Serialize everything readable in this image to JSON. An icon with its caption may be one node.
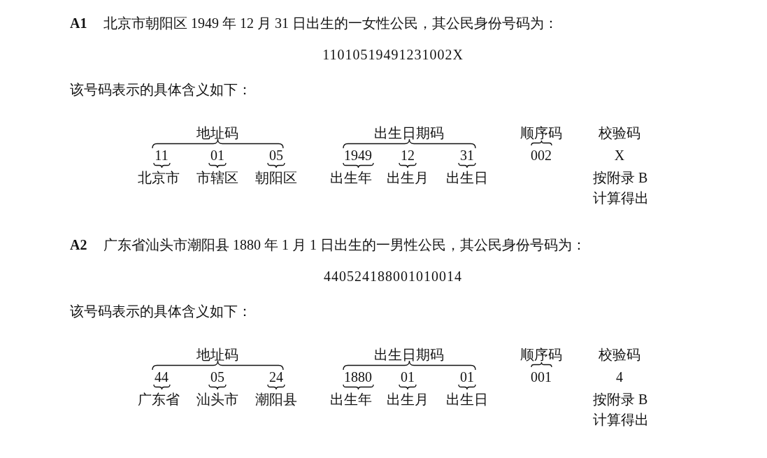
{
  "diagram": {
    "labels": [
      "A1",
      "北京市朝阳区 1949 年 12 月 31 日出生的一女性公民，其公民身份号码为：",
      "11010519491231002X",
      "该号码表示的具体含义如下：",
      "地址码",
      "出生日期码",
      "顺序码",
      "校验码",
      "11",
      "01",
      "05",
      "1949",
      "12",
      "31",
      "002",
      "X",
      "北京市",
      "市辖区",
      "朝阳区",
      "出生年",
      "出生月",
      "出生日",
      "按附录 B计算得出",
      "A2",
      "广东省汕头市潮阳县 1880 年 1 月 1 日出生的一男性公民，其公民身份号码为：",
      "440524188001010014",
      "该号码表示的具体含义如下：",
      "地址码",
      "出生日期码",
      "顺序码",
      "校验码",
      "44",
      "05",
      "24",
      "1880",
      "01",
      "01",
      "001",
      "4",
      "广东省",
      "汕头市",
      "潮阳县",
      "出生年",
      "出生月",
      "出生日",
      "按附录 B计算得出"
    ]
  }
}
